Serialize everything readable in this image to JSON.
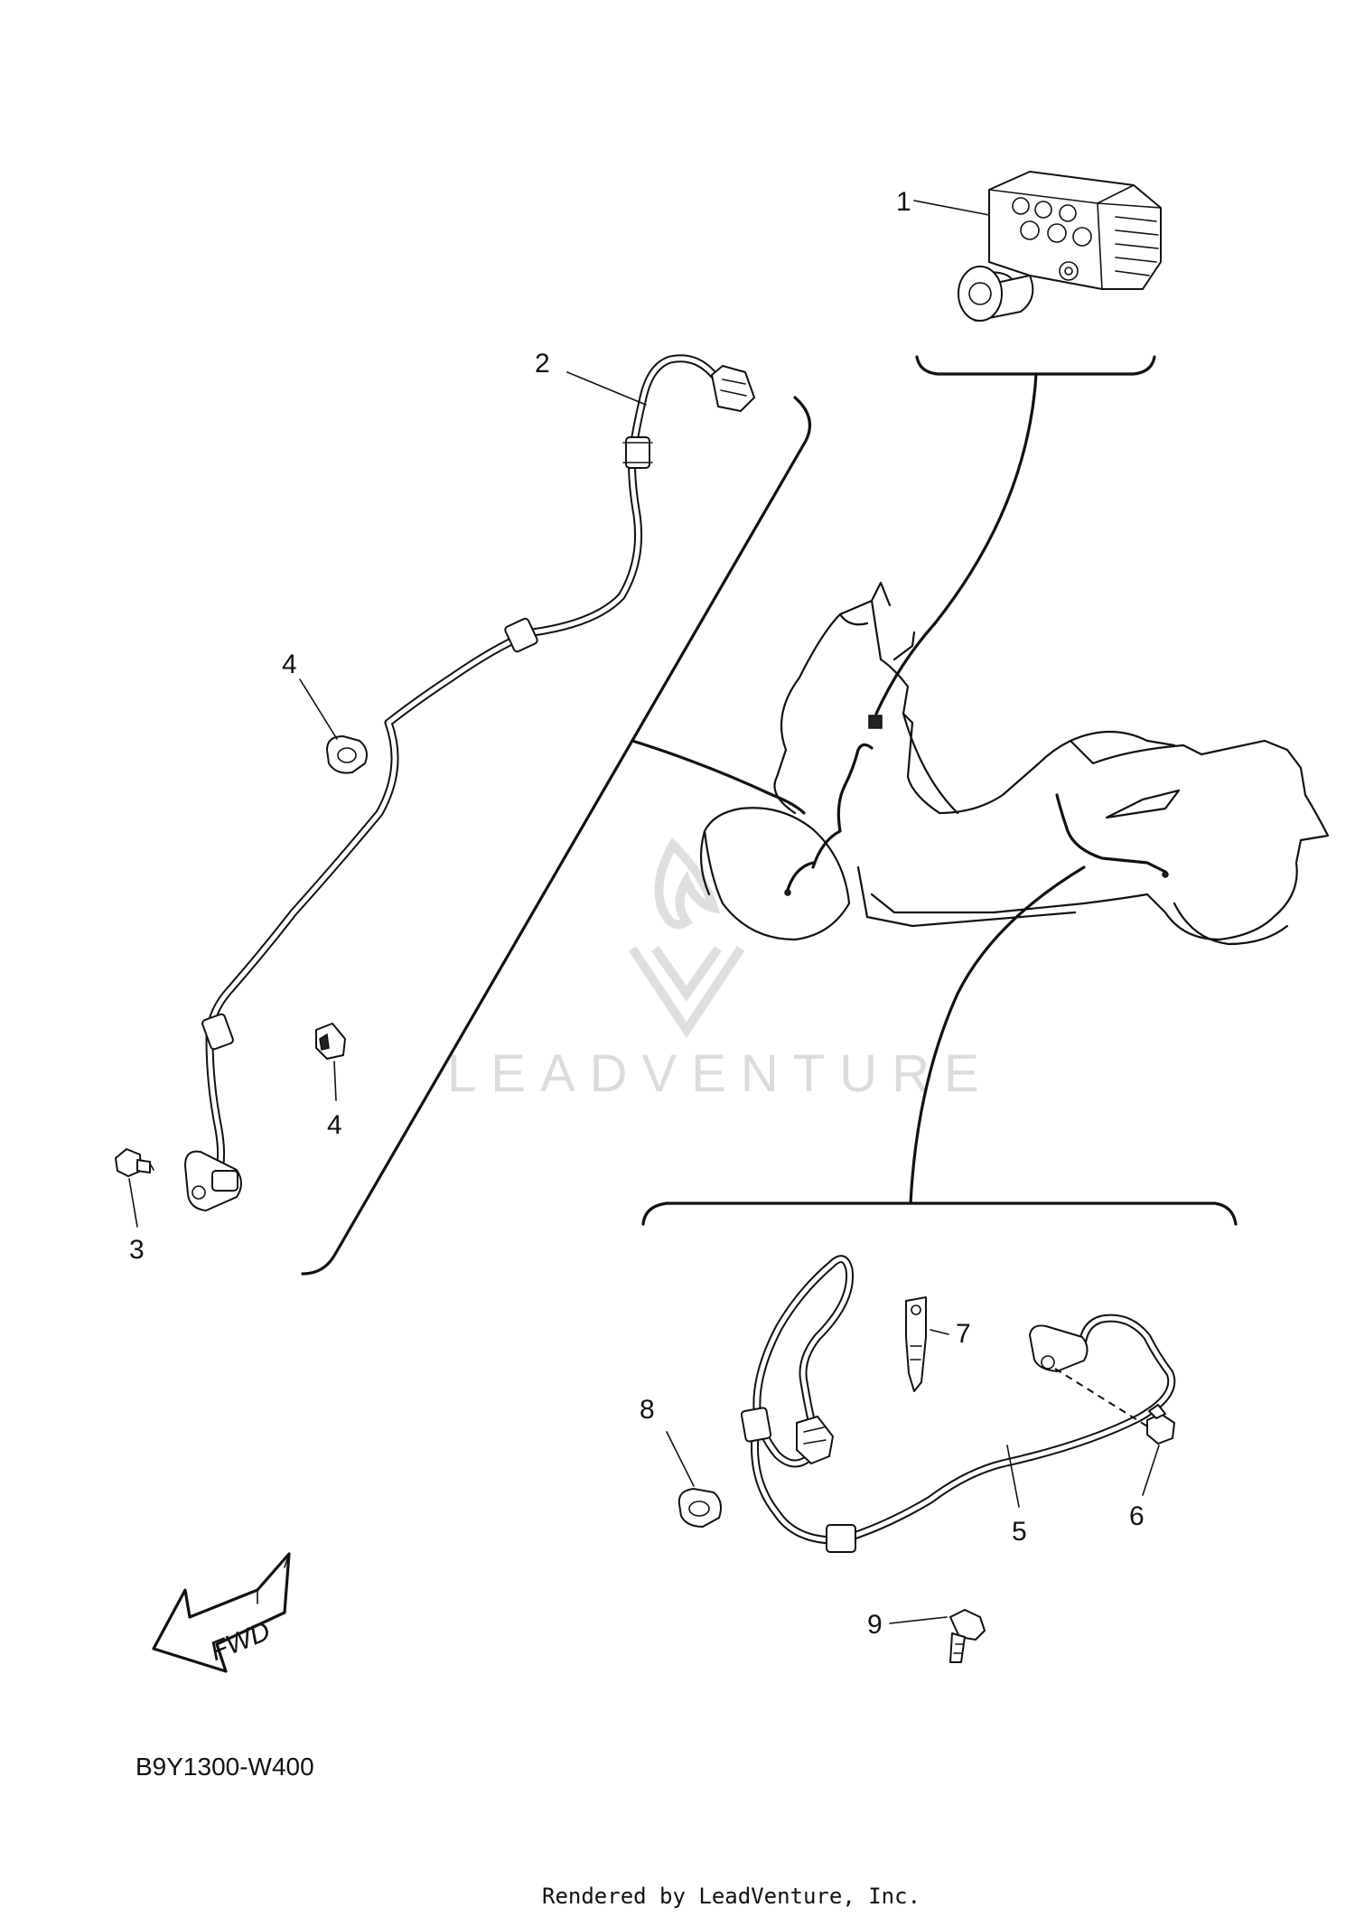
{
  "callouts": {
    "c1": "1",
    "c2": "2",
    "c3": "3",
    "c4a": "4",
    "c4b": "4",
    "c5": "5",
    "c6": "6",
    "c7": "7",
    "c8": "8",
    "c9": "9"
  },
  "fwd_label": "FWD",
  "diagram_code": "B9Y1300-W400",
  "watermark": "LEADVENTURE",
  "footer": "Rendered by LeadVenture, Inc.",
  "colors": {
    "line": "#111111",
    "watermark": "#d9d9d9",
    "background": "#ffffff"
  }
}
